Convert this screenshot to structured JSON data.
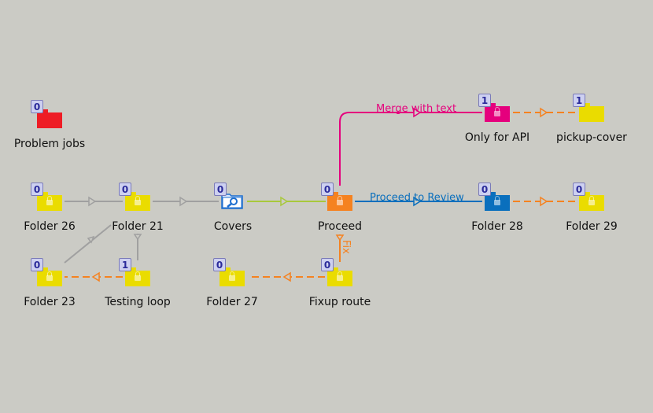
{
  "nodes": {
    "problem_jobs": {
      "label": "Problem jobs",
      "count": "0",
      "color": "#ee1c25",
      "icon": "folder-icon"
    },
    "folder_26": {
      "label": "Folder 26",
      "count": "0",
      "color": "#eadc00",
      "icon": "locked-folder-icon"
    },
    "folder_21": {
      "label": "Folder 21",
      "count": "0",
      "color": "#eadc00",
      "icon": "locked-folder-icon"
    },
    "covers": {
      "label": "Covers",
      "count": "0",
      "color": "#1e6fd0",
      "icon": "search-folder-icon"
    },
    "proceed": {
      "label": "Proceed",
      "count": "0",
      "color": "#f58220",
      "icon": "locked-folder-icon"
    },
    "folder_28": {
      "label": "Folder 28",
      "count": "0",
      "color": "#0a6fbd",
      "icon": "locked-folder-icon"
    },
    "folder_29": {
      "label": "Folder 29",
      "count": "0",
      "color": "#eadc00",
      "icon": "locked-folder-icon"
    },
    "only_for_api": {
      "label": "Only for API",
      "count": "1",
      "color": "#e5007d",
      "icon": "locked-folder-icon"
    },
    "pickup_cover": {
      "label": "pickup-cover",
      "count": "1",
      "color": "#eadc00",
      "icon": "folder-icon"
    },
    "folder_23": {
      "label": "Folder 23",
      "count": "0",
      "color": "#eadc00",
      "icon": "locked-folder-icon"
    },
    "testing_loop": {
      "label": "Testing loop",
      "count": "1",
      "color": "#eadc00",
      "icon": "locked-folder-icon"
    },
    "folder_27": {
      "label": "Folder 27",
      "count": "0",
      "color": "#eadc00",
      "icon": "locked-folder-icon"
    },
    "fixup_route": {
      "label": "Fixup route",
      "count": "0",
      "color": "#eadc00",
      "icon": "locked-folder-icon"
    }
  },
  "connections": {
    "merge_with_text": {
      "label": "Merge with text",
      "color": "#e5007d"
    },
    "proceed_to_review": {
      "label": "Proceed to Review",
      "color": "#0a6fbd"
    },
    "fix": {
      "label": "Fix",
      "color": "#f58220"
    },
    "default_color": "#a0a0a0",
    "covers_out_color": "#a8c83c",
    "dashed_color": "#f58220"
  }
}
